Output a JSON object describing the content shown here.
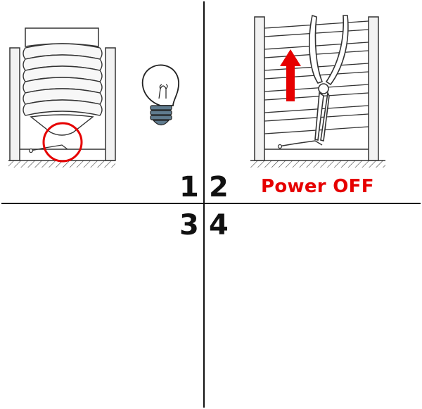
{
  "labels": {
    "step1": "1",
    "step2": "2",
    "step3": "3",
    "step4": "4",
    "power_off": "Power OFF"
  },
  "colors": {
    "warning_red": "#e60000",
    "bulb_base": "#5f7b8e",
    "bulb_glow": "#ffc21f",
    "line": "#333333"
  },
  "icons": {
    "step1_bulb": "light-bulb-off-icon",
    "step4_bulb": "light-bulb-on-icon"
  }
}
